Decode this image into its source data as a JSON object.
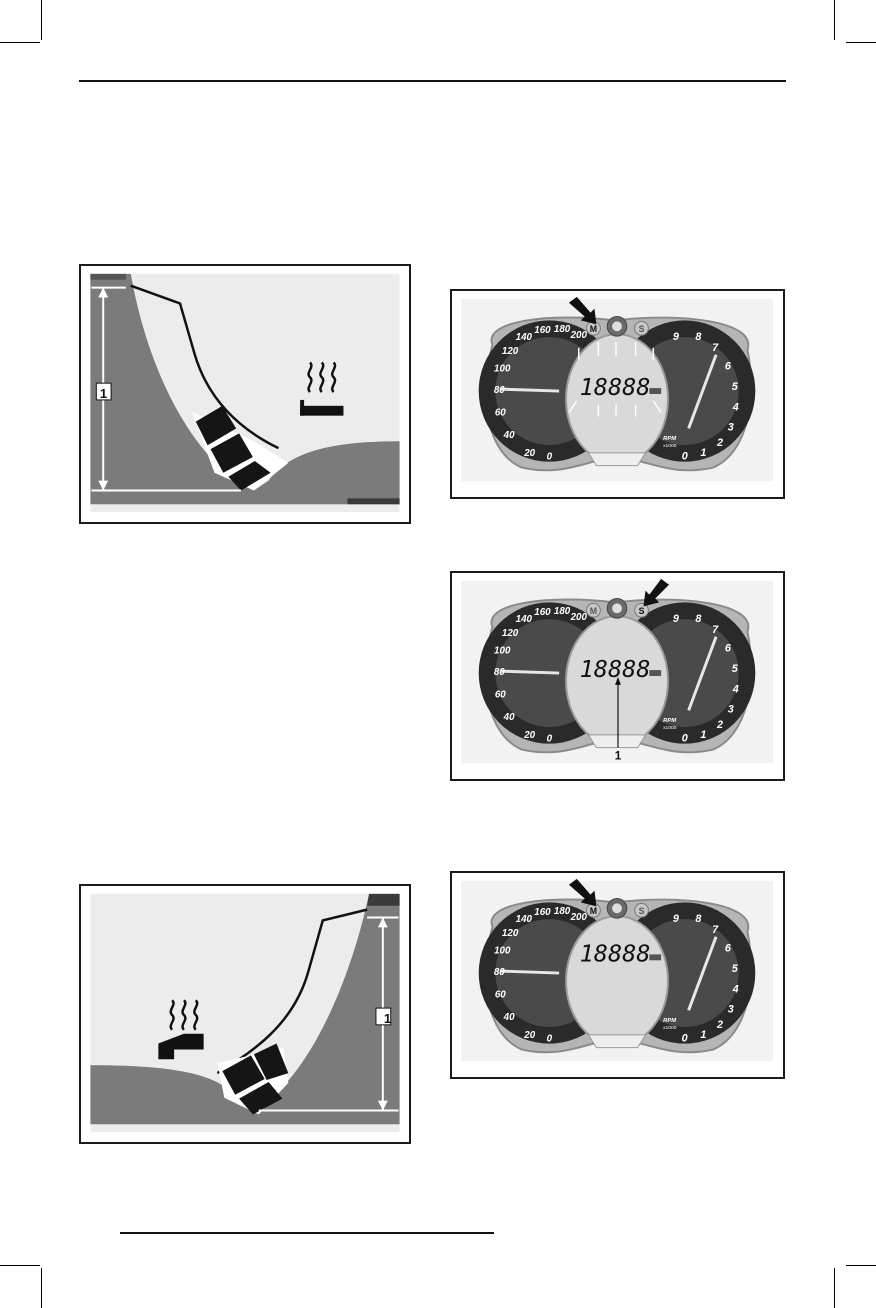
{
  "figures": {
    "seat_indicator_full": {
      "callout": "1"
    },
    "seat_indicator_partial": {
      "callout": "1"
    },
    "gauge_mode": {
      "mode_button": "M",
      "set_button": "S",
      "display_digits": "18888",
      "speed_ticks": [
        "0",
        "20",
        "40",
        "60",
        "80",
        "100",
        "120",
        "140",
        "160",
        "180",
        "200"
      ],
      "rpm_ticks": [
        "0",
        "1",
        "2",
        "3",
        "4",
        "5",
        "6",
        "7",
        "8",
        "9"
      ],
      "rpm_unit": "RPM x1000"
    },
    "gauge_set": {
      "mode_button": "M",
      "set_button": "S",
      "display_digits": "18888",
      "callout": "1"
    },
    "gauge_mode_2": {
      "mode_button": "M",
      "set_button": "S",
      "display_digits": "18888"
    }
  }
}
